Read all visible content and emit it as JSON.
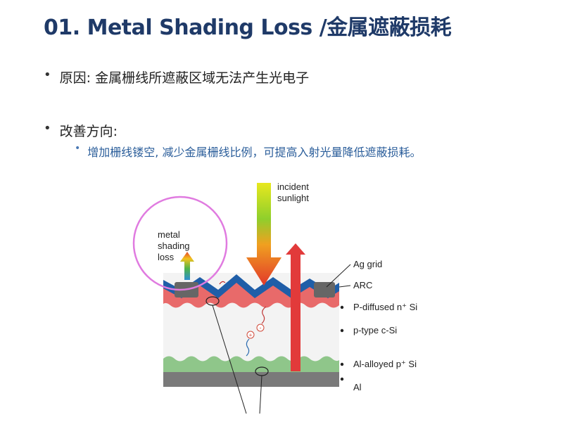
{
  "slide": {
    "title": "01. Metal Shading Loss /金属遮蔽损耗"
  },
  "bullets": [
    {
      "text": "原因: 金属栅线所遮蔽区域无法产生光电子",
      "level": 1
    },
    {
      "text": "改善方向:",
      "level": 1
    },
    {
      "text": "增加栅线镂空, 减少金属栅线比例，可提高入射光量降低遮蔽损耗。",
      "level": 2
    }
  ],
  "diagram": {
    "labels": {
      "incident_1": "incident",
      "incident_2": "sunlight",
      "loss_1": "metal",
      "loss_2": "shading",
      "loss_3": "loss",
      "ag_grid": "Ag grid",
      "arc": "ARC",
      "p_diffused": "P-diffused n⁺ Si",
      "p_type": "p-type c-Si",
      "al_alloyed": "Al-alloyed p⁺ Si",
      "al": "Al",
      "plus": "+",
      "minus": "-"
    },
    "colors": {
      "arc_blue": "#1f5ea8",
      "n_layer_red": "#e86a6a",
      "p_type_bg": "#f3f3f3",
      "al_alloyed_green": "#8fc68a",
      "al_gray": "#7a7a7a",
      "ag_gray": "#666666",
      "circle_pink": "#e07be0",
      "up_arrow_red": "#e23a3a"
    }
  }
}
